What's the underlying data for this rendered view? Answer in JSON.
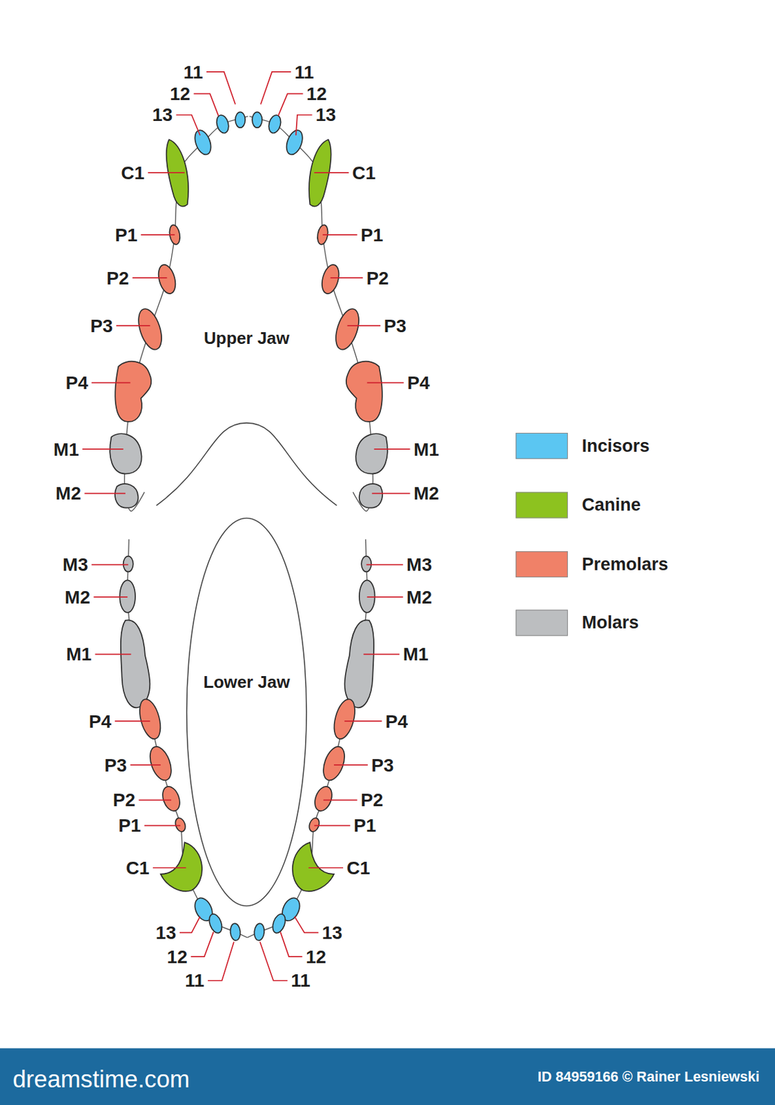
{
  "diagram": {
    "labels": [
      "11",
      "11",
      "12",
      "12",
      "13",
      "13",
      "C1",
      "C1",
      "P1",
      "P1",
      "P2",
      "P2",
      "P3",
      "P3",
      "P4",
      "P4",
      "M1",
      "M1",
      "M2",
      "M2",
      "Upper Jaw",
      "M3",
      "M3",
      "M2",
      "M2",
      "M1",
      "M1",
      "Lower Jaw",
      "P4",
      "P4",
      "P3",
      "P3",
      "P2",
      "P2",
      "P1",
      "P1",
      "C1",
      "C1",
      "13",
      "13",
      "12",
      "12",
      "11",
      "11",
      "dreamstime.com",
      "ID 84959166 © Rainer Lesniewski"
    ],
    "legend": [
      {
        "text": "Incisors",
        "color": "#5bc6f2"
      },
      {
        "text": "Canine",
        "color": "#8dc21f"
      },
      {
        "text": "Premolars",
        "color": "#f08168"
      },
      {
        "text": "Molars",
        "color": "#bcbec0"
      }
    ]
  }
}
